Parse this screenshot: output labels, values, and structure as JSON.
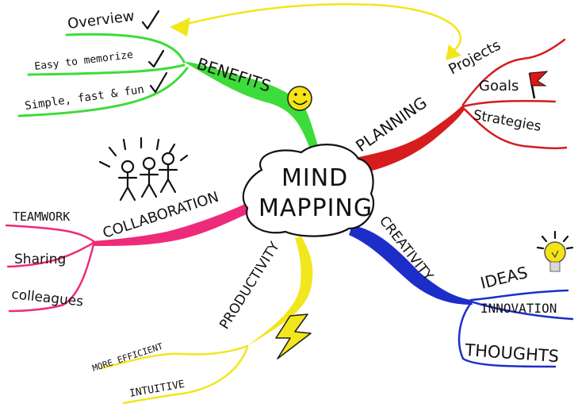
{
  "center": {
    "line1": "MIND",
    "line2": "MAPPING"
  },
  "colors": {
    "benefits": "#3ddc3a",
    "planning": "#d61c1c",
    "creativity": "#1d2ec8",
    "productivity": "#f2e61c",
    "collaboration": "#ee2a7b",
    "arrow": "#f2e61c"
  },
  "branches": {
    "benefits": {
      "label": "BENEFITS",
      "items": [
        "Overview",
        "Easy to memorize",
        "Simple, fast & fun"
      ],
      "checkmarks": 3,
      "icon": "smiley-face-icon"
    },
    "planning": {
      "label": "PLANNING",
      "items": [
        "Projects",
        "Goals",
        "Strategies"
      ],
      "icon": "flag-icon"
    },
    "creativity": {
      "label": "CREATIVITY",
      "items": [
        "IDEAS",
        "INNOVATION",
        "THOUGHTS"
      ],
      "icon": "light-bulb-icon"
    },
    "productivity": {
      "label": "PRODUCTIVITY",
      "items": [
        "MORE EFFICIENT",
        "INTUITIVE"
      ],
      "icon": "lightning-bolt-icon"
    },
    "collaboration": {
      "label": "COLLABORATION",
      "items": [
        "TEAMWORK",
        "Sharing",
        "colleagues"
      ],
      "icon": "stick-figures-icon"
    }
  }
}
